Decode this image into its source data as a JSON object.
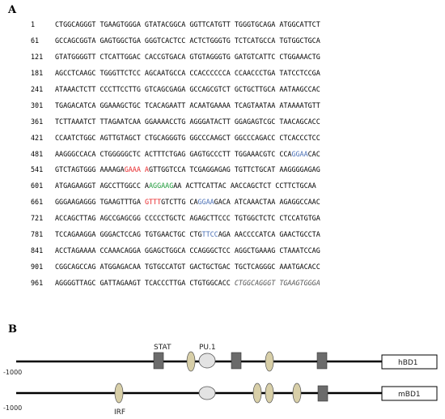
{
  "panelA": {
    "label": "A",
    "rows": [
      {
        "num": "1",
        "segments": [
          {
            "t": "CTGGCAGGGT TGAAGTGGGA GTATACGGCA GGTTCATGTT TGGGTGCAGA ATGGCATTCT"
          }
        ]
      },
      {
        "num": "61",
        "segments": [
          {
            "t": "GCCAGCGGTA GAGTGGCTGA GGGTCACTCC ACTCTGGGTG TCTCATGCCA TGTGGCTGCA"
          }
        ]
      },
      {
        "num": "121",
        "segments": [
          {
            "t": "GTATGGGGTT CTCATTGGAC CACCGTGACA GTGTAGGGTG GATGTCATTC CTGGAAACTG"
          }
        ]
      },
      {
        "num": "181",
        "segments": [
          {
            "t": "AGCCTCAAGC TGGGTTCTCC AGCAATGCCA CCACCCCCCA CCAACCCTGA TATCCTCCGA"
          }
        ]
      },
      {
        "num": "241",
        "segments": [
          {
            "t": "ATAAACTCTT CCCTTCCTTG GTCAGCGAGA GCCAGCGTCT GCTGCTTGCA AATAAGCCAC"
          }
        ]
      },
      {
        "num": "301",
        "segments": [
          {
            "t": "TGAGACATCA GGAAAGCTGC TCACAGAATT ACAATGAAAA TCAGTAATAA ATAAAATGTT"
          }
        ]
      },
      {
        "num": "361",
        "segments": [
          {
            "t": "TCTTAAATCT TTAGAATCAA GGAAAACCTG AGGGATACTT GGAGAGTCGC TAACAGCACC"
          }
        ]
      },
      {
        "num": "421",
        "segments": [
          {
            "t": "CCAATCTGGC AGTTGTAGCT CTGCAGGGTG GGCCCAAGCT GGCCCAGACC CTCACCCTCC"
          }
        ]
      },
      {
        "num": "481",
        "segments": [
          {
            "t": "AAGGGCCACA CTGGGGGCTC ACTTTCTGAG GAGTGCCCTT TGGAAACGTC CCA"
          },
          {
            "t": "GGAA",
            "c": "blue"
          },
          {
            "t": "CAC"
          }
        ]
      },
      {
        "num": "541",
        "segments": [
          {
            "t": "GTCTAGTGGG AAAAGA"
          },
          {
            "t": "GAAA A",
            "c": "red"
          },
          {
            "t": "GTTGGTCCA TCGAGGAGAG TGTTCTGCAT AAGGGGAGAG"
          }
        ]
      },
      {
        "num": "601",
        "segments": [
          {
            "t": "ATGAGAAGGT AGCCTTGGCC A"
          },
          {
            "t": "AGGAAG",
            "c": "green"
          },
          {
            "t": "AA ACTTCATTAC AACCAGCTCT CCTTCTGCAA"
          }
        ]
      },
      {
        "num": "661",
        "segments": [
          {
            "t": "GGGAAGAGGG TGAAGTTTGA "
          },
          {
            "t": "GTTT",
            "c": "red"
          },
          {
            "t": "GTCTTG CA"
          },
          {
            "t": "GGAA",
            "c": "blue"
          },
          {
            "t": "GACA ATCAAACTAA AGAGGCCAAC"
          }
        ]
      },
      {
        "num": "721",
        "segments": [
          {
            "t": "ACCAGCTTAG AGCCGAGCGG CCCCCTGCTC AGAGCTTCCC TGTGGCTCTC CTCCATGTGA"
          }
        ]
      },
      {
        "num": "781",
        "segments": [
          {
            "t": "TCCAGAAGGA GGGACTCCAG TGTGAACTGC CTG"
          },
          {
            "t": "TTCC",
            "c": "blue"
          },
          {
            "t": "AGA AACCCCATCA GAACTGCCTA"
          }
        ]
      },
      {
        "num": "841",
        "segments": [
          {
            "t": "ACCTAGAAAA CCAAACAGGA GGAGCTGGCA CCAGGGCTCC AGGCTGAAAG CTAAATCCAG"
          }
        ]
      },
      {
        "num": "901",
        "segments": [
          {
            "t": "CGGCAGCCAG ATGGAGACAA TGTGCCATGT GACTGCTGAC TGCTCAGGGC AAATGACACC"
          }
        ]
      },
      {
        "num": "961",
        "segments": [
          {
            "t": "AGGGGTTAGC GATTAGAAGT TCACCCTTGA CTGTGGCACC "
          },
          {
            "t": "CTGGCAGGGT TGAAGTGGGA",
            "c": "it"
          }
        ]
      }
    ]
  },
  "panelB": {
    "label": "B",
    "labels": {
      "stat": "STAT",
      "pu1": "PU.1",
      "irf": "IRF"
    },
    "genes": {
      "human": "hBD1",
      "mouse": "mBD1"
    },
    "start": "-1000",
    "colors": {
      "ellipse": "#d8cfa8",
      "square": "#6b6b6b",
      "pu1": "#e3e3e3"
    }
  }
}
